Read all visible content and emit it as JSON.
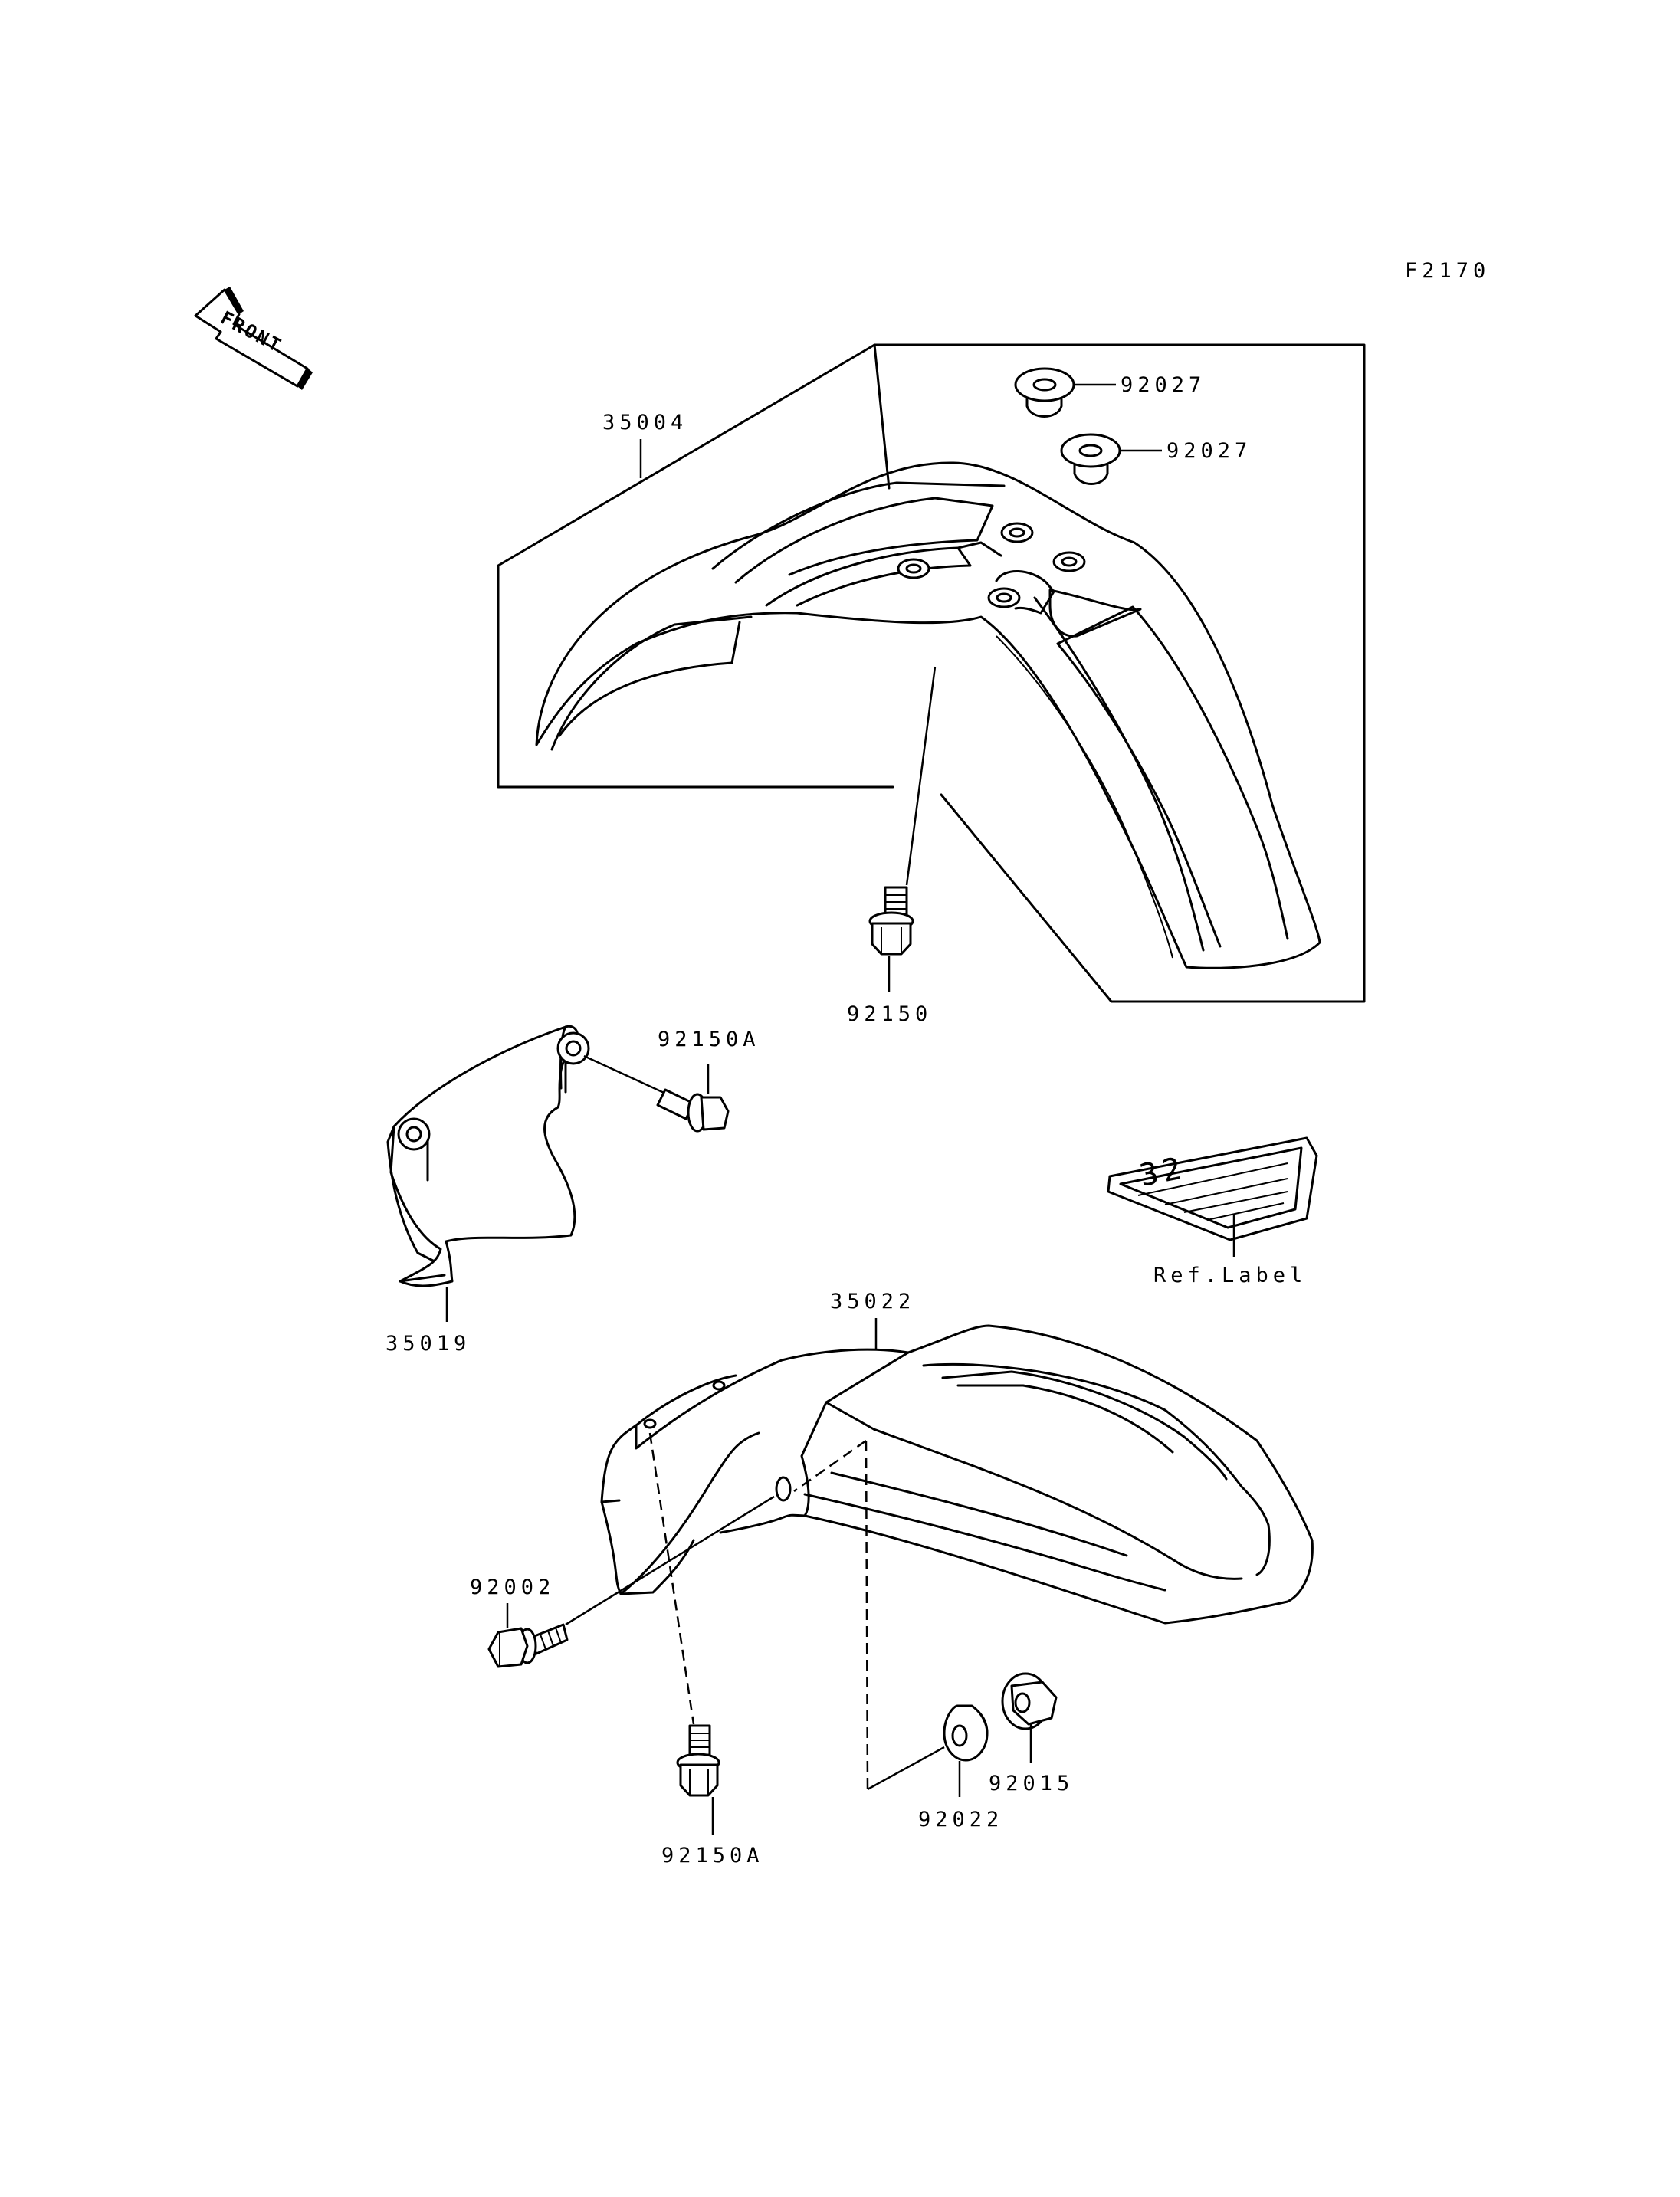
{
  "diagram_code": "F2170",
  "front_arrow_label": "FRONT",
  "labels": {
    "front_fender": "35004",
    "grommet_top": "92027",
    "grommet_second": "92027",
    "front_fender_bolt": "92150",
    "guard_bolt": "92150A",
    "ref_label": "Ref.Label",
    "ref_label_plate_text": "32",
    "guard": "35019",
    "rear_fender": "35022",
    "rear_fender_bolt": "92002",
    "lower_bolt": "92150A",
    "collar": "92015",
    "rear_grommet": "92022"
  },
  "colors": {
    "line": "#000000",
    "background": "#ffffff"
  }
}
